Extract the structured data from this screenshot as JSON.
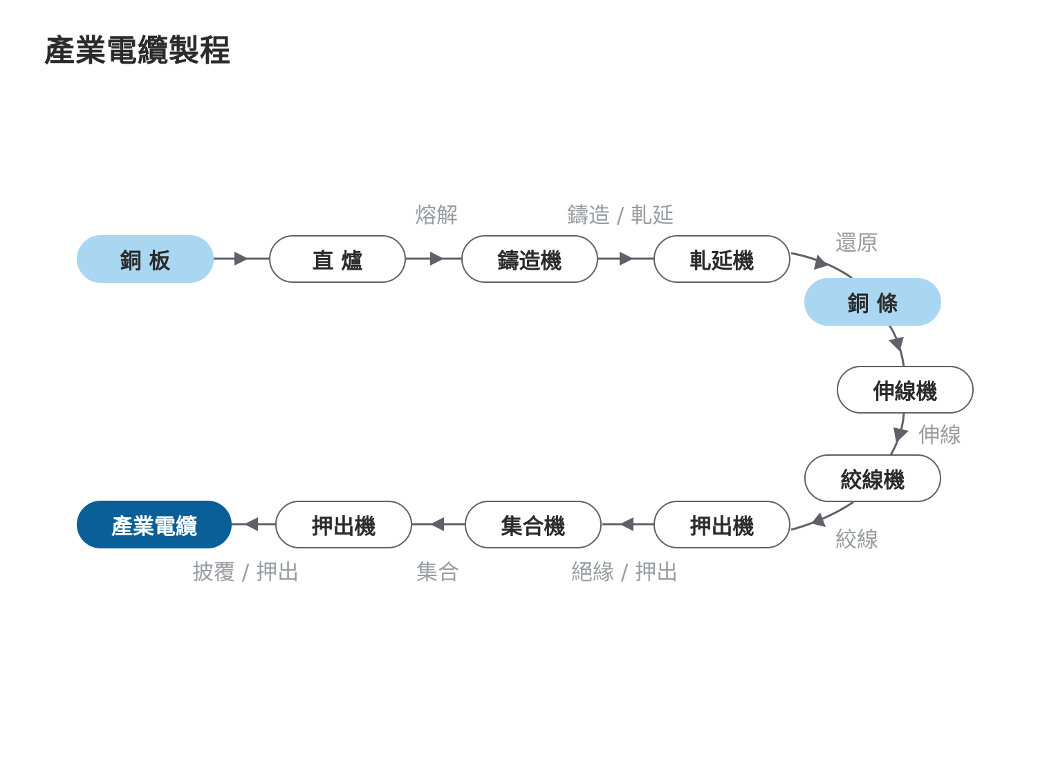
{
  "title": "產業電纜製程",
  "colors": {
    "connector": "#5f6068",
    "material_fill": "#a9d6f1",
    "product_fill": "#0a5f98",
    "label_text": "#9a9ca2"
  },
  "nodes": {
    "copper_plate": "銅 板",
    "furnace": "直 爐",
    "casting_machine": "鑄造機",
    "rolling_machine": "軋延機",
    "copper_rod": "銅 條",
    "drawing_machine": "伸線機",
    "stranding_machine": "絞線機",
    "insulation_extruder": "押出機",
    "assembly_machine": "集合機",
    "sheath_extruder": "押出機",
    "industrial_cable": "產業電纜"
  },
  "step_labels": {
    "melting": "熔解",
    "casting_rolling": "鑄造 / 軋延",
    "reduction": "還原",
    "drawing": "伸線",
    "stranding": "絞線",
    "insulation_extrusion": "絕緣 / 押出",
    "assembly": "集合",
    "sheathing_extrusion": "披覆 / 押出"
  }
}
